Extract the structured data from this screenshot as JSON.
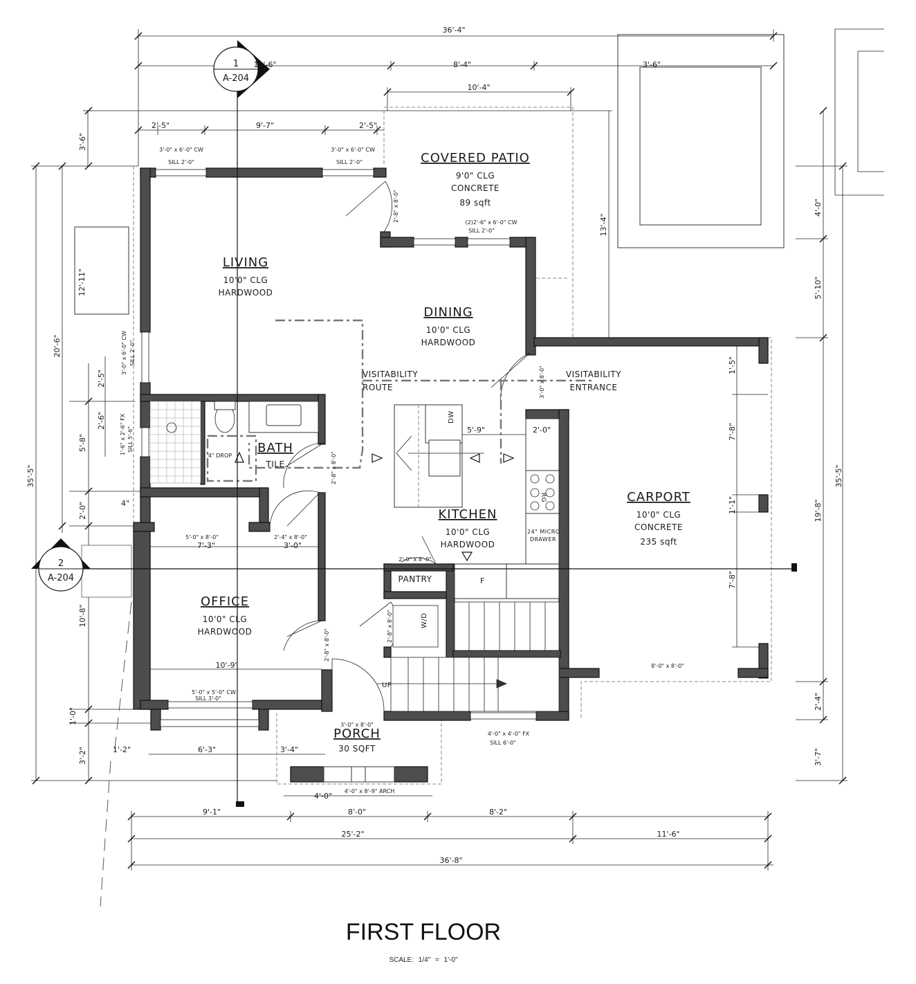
{
  "drawing": {
    "title": "FIRST FLOOR",
    "scale": "SCALE: 1/4\"  =  1'-0\""
  },
  "section_markers": {
    "marker1": {
      "number": "1",
      "sheet": "A-204"
    },
    "marker2": {
      "number": "2",
      "sheet": "A-204"
    }
  },
  "rooms": {
    "living": {
      "name": "LIVING",
      "ceiling": "10'0\" CLG",
      "floor": "HARDWOOD"
    },
    "dining": {
      "name": "DINING",
      "ceiling": "10'0\" CLG",
      "floor": "HARDWOOD"
    },
    "patio": {
      "name": "COVERED PATIO",
      "ceiling": "9'0\" CLG",
      "floor": "CONCRETE",
      "area": "89 sqft"
    },
    "bath": {
      "name": "BATH",
      "floor": "TILE",
      "drop": "4\" DROP"
    },
    "kitchen": {
      "name": "KITCHEN",
      "ceiling": "10'0\" CLG",
      "floor": "HARDWOOD"
    },
    "carport": {
      "name": "CARPORT",
      "ceiling": "10'0\" CLG",
      "floor": "CONCRETE",
      "area": "235 sqft"
    },
    "office": {
      "name": "OFFICE",
      "ceiling": "10'0\" CLG",
      "floor": "HARDWOOD"
    },
    "porch": {
      "name": "PORCH",
      "area": "30 SQFT"
    },
    "pantry": {
      "name": "PANTRY"
    }
  },
  "notes": {
    "visitability_route": [
      "VISITABILITY",
      "ROUTE"
    ],
    "visitability_entrance": [
      "VISITABILITY",
      "ENTRANCE"
    ],
    "stair_up": "UP",
    "fixtures": {
      "dw": "DW",
      "washer_dryer": "W/D",
      "fridge": "F",
      "range": "RG",
      "micro": [
        "24\" MICRO",
        "DRAWER"
      ]
    }
  },
  "openings": {
    "w_living_1": {
      "size": "3'-0\" x 6'-0\" CW",
      "sill": "SILL 2'-0\""
    },
    "w_living_2": {
      "size": "3'-0\" x 6'-0\" CW",
      "sill": "SILL 2'-0\""
    },
    "w_patio": {
      "size": "(2)2'-6\" x 6'-0\" CW",
      "sill": "SILL 2'-0\""
    },
    "w_living_west": {
      "size": "3'-0\" x 6'-0\" CW",
      "sill": "SILL 2'-0\""
    },
    "w_bath": {
      "size": "1'-6\" x 2'-6\" FX",
      "sill": "SILL 5'-6\""
    },
    "w_office": {
      "size": "5'-0\" x 5'-0\" CW",
      "sill": "SILL 3'-0\""
    },
    "w_stair": {
      "size": "4'-0\" x 4'-0\" FX",
      "sill": "SILL 6'-0\""
    },
    "d_patio": "2'-8\" x 8'-0\"",
    "d_carport": "3'-0\" x 8'-0\"",
    "d_bath": "2'-8\" x 8'-0\"",
    "d_office_closet": "5'-0\" x 8'-0\"",
    "d_closet": "2'-4\" x 8'-0\"",
    "d_pantry": "2'-0\" x 8'-0\"",
    "d_laundry": "2'-8\" x 8'-0\"",
    "d_office": "2'-8\" x 8'-0\"",
    "d_front": "3'-0\" x 8'-0\"",
    "d_garage": "8'-0\" x 8'-0\"",
    "arch": "4'-0\" x 8'-9\" ARCH"
  },
  "dimensions": {
    "top_overall": "36'-4\"",
    "top_a": "11'-6\"",
    "top_b": "8'-4\"",
    "top_c": "3'-6\"",
    "patio_width": "10'-4\"",
    "top_w1": "2'-5\"",
    "top_w2": "9'-7\"",
    "top_w3": "2'-5\"",
    "left_overall": "35'-5\"",
    "left_a": "20'-6\"",
    "left_b": "3'-6\"",
    "left_c": "2'-5\"",
    "left_d": "2'-6\"",
    "left_e": "5'-8\"",
    "left_f": "2'-0\"",
    "left_g": "10'-8\"",
    "left_h": "1'-0\"",
    "left_i": "3'-2\"",
    "left_4": "4\"",
    "left_box": "12'-11\"",
    "right_overall": "35'-5\"",
    "right_a": "4'-0\"",
    "right_b": "5'-10\"",
    "right_c": "19'-8\"",
    "right_d": "2'-4\"",
    "right_e": "3'-7\"",
    "patio_depth": "13'-4\"",
    "carport_a": "1'-5\"",
    "carport_b": "7'-8\"",
    "carport_c": "1'-1\"",
    "carport_d": "7'-8\"",
    "closet_w": "7'-3\"",
    "closet_b": "3'-0\"",
    "kitchen_a": "5'-9\"",
    "kitchen_b": "2'-0\"",
    "office_w": "10'-9\"",
    "front_a": "1'-2\"",
    "front_b": "6'-3\"",
    "front_c": "3'-4\"",
    "front_d": "4'-0\"",
    "bottom_a": "9'-1\"",
    "bottom_b": "8'-0\"",
    "bottom_c": "8'-2\"",
    "bottom_d": "25'-2\"",
    "bottom_e": "11'-6\"",
    "bottom_overall": "36'-8\""
  }
}
